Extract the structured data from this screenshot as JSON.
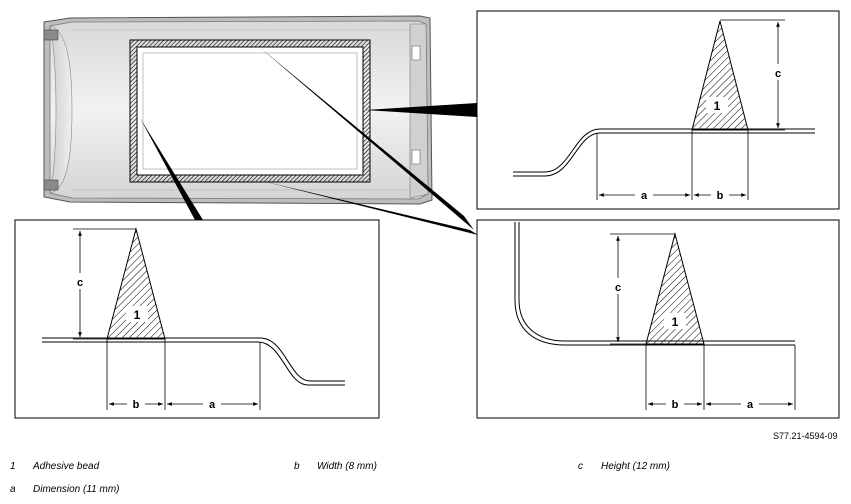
{
  "labels": {
    "bead": "1",
    "a": "a",
    "b": "b",
    "c": "c"
  },
  "reference": "S77.21-4594-09",
  "legend": [
    {
      "key": "1",
      "text": "Adhesive bead"
    },
    {
      "key": "b",
      "text": "Width (8 mm)"
    },
    {
      "key": "c",
      "text": "Height (12 mm)"
    },
    {
      "key": "a",
      "text": "Dimension (11 mm)"
    }
  ]
}
